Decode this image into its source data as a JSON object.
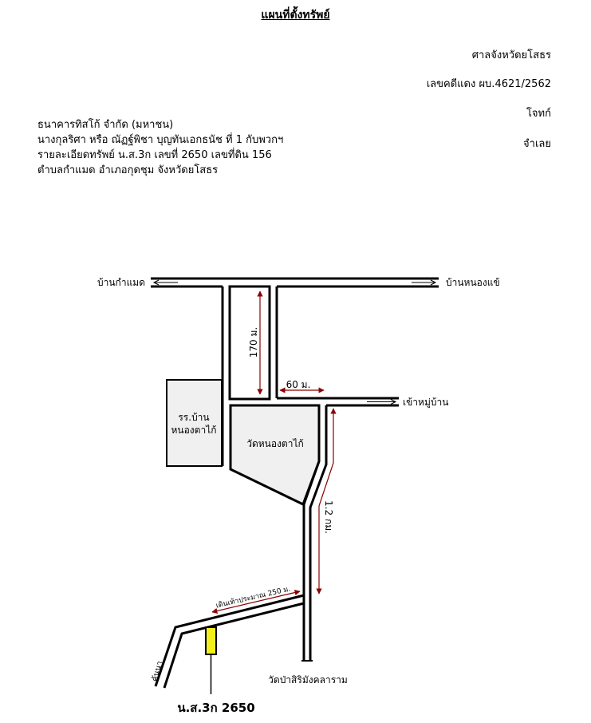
{
  "header": {
    "title": "แผนที่ตั้งทรัพย์",
    "court": "ศาลจังหวัดยโสธร",
    "case_no": "เลขคดีแดง ผบ.4621/2562",
    "plaintiff_label": "โจทก์",
    "defendant_label": "จำเลย",
    "plaintiff": "ธนาคารทิสโก้ จำกัด (มหาชน)",
    "defendant": "นางกุลริศา หรือ ณัฏฐ์พิชา  บุญทันเอกธนัช  ที่ 1 กับพวกฯ",
    "property": "รายละเอียดทรัพย์ น.ส.3ก  เลขที่ 2650 เลขที่ดิน 156",
    "location": "ตำบลกำแมด  อำเภอกุดชุม  จังหวัดยโสธร"
  },
  "map": {
    "labels": {
      "ban_kammaet": "บ้านกำแมด",
      "ban_nong_khae": "บ้านหนองแข้",
      "to_village": "เข้าหมู่บ้าน",
      "school_line1": "รร.บ้าน",
      "school_line2": "หนองตาไก้",
      "temple": "วัดหนองตาไก้",
      "wat_pa": "วัดป่าสิริมังคลาราม",
      "dist_170": "170 ม.",
      "dist_60": "60 ม.",
      "dist_1_2": "1.2 กม.",
      "dist_walk": "เดินเท้าประมาณ 250 ม.",
      "khan_na": "คันนา",
      "parcel": "น.ส.3ก 2650"
    },
    "colors": {
      "road": "#000000",
      "building_fill": "#f0f0f0",
      "dimension": "#8b0000",
      "parcel_fill": "#f2ef1c"
    }
  }
}
